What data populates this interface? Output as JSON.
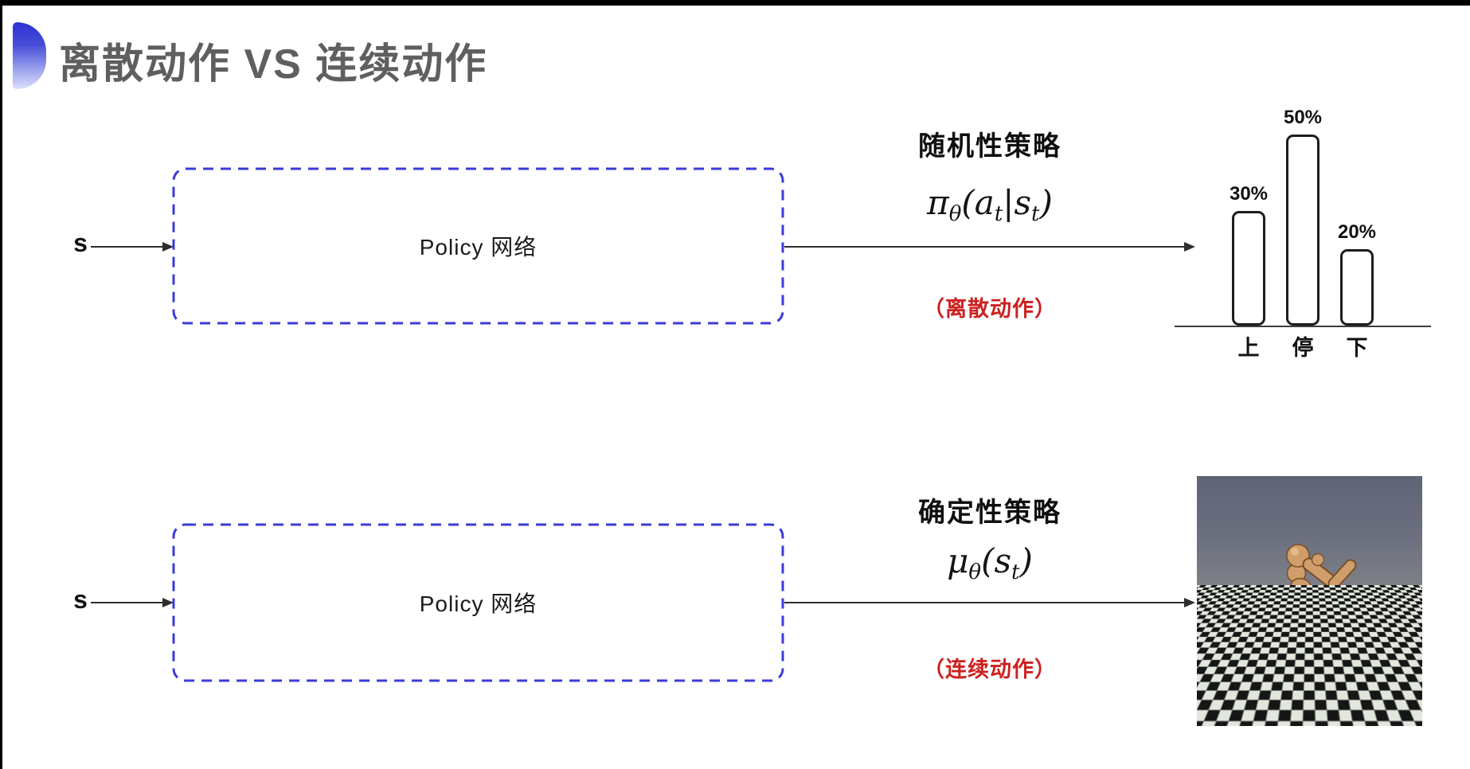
{
  "title": "离散动作 VS 连续动作",
  "colors": {
    "title_gray": "#5f5f5f",
    "ornament_blue": "#2c31d4",
    "box_dash_blue": "#3b3bd8",
    "note_red": "#cd2020",
    "arrow_black": "#2e2e2e",
    "bar_outline": "#1d1d1d",
    "sim_sky": "#6b6f7e",
    "sim_floor_light": "#e2e7de",
    "sim_floor_dark": "#161616",
    "robot_tan": "#cf9e6b"
  },
  "top_flow": {
    "input_label": "s",
    "box_label": "Policy 网络",
    "policy_title": "随机性策略",
    "formula_parts": {
      "p0": "π",
      "p1": "θ",
      "p2": "(",
      "p3": "a",
      "p4": "t",
      "p5": "|",
      "p6": "s",
      "p7": "t",
      "p8": ")"
    },
    "action_note": "（离散动作）"
  },
  "chart_data": {
    "type": "bar",
    "categories": [
      "上",
      "停",
      "下"
    ],
    "values": [
      30,
      50,
      20
    ],
    "value_labels": [
      "30%",
      "50%",
      "20%"
    ],
    "title": "",
    "xlabel": "",
    "ylabel": "",
    "ylim": [
      0,
      55
    ],
    "grid": false,
    "legend": false,
    "bar_style": "white fill, black rounded outline, value labels above bars, category labels below baseline"
  },
  "bottom_flow": {
    "input_label": "s",
    "box_label": "Policy 网络",
    "policy_title": "确定性策略",
    "formula_parts": {
      "p0": "μ",
      "p1": "θ",
      "p2": "(",
      "p3": "s",
      "p4": "t",
      "p5": ")"
    },
    "action_note": "（连续动作）",
    "sim_image_caption": "MuJoCo humanoid on checkerboard floor"
  }
}
